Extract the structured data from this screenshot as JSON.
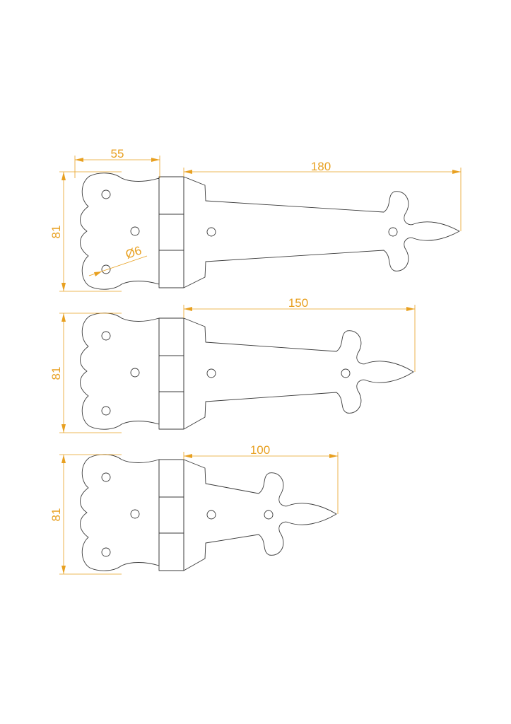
{
  "colors": {
    "dimension": "#e8a020",
    "outline": "#3a3a3a",
    "background": "#ffffff"
  },
  "hinge_large": {
    "leaf_width_label": "55",
    "height_label": "81",
    "strap_length_label": "180",
    "hole_diameter_label": "Ø6"
  },
  "hinge_medium": {
    "height_label": "81",
    "strap_length_label": "150"
  },
  "hinge_small": {
    "height_label": "81",
    "strap_length_label": "100"
  }
}
